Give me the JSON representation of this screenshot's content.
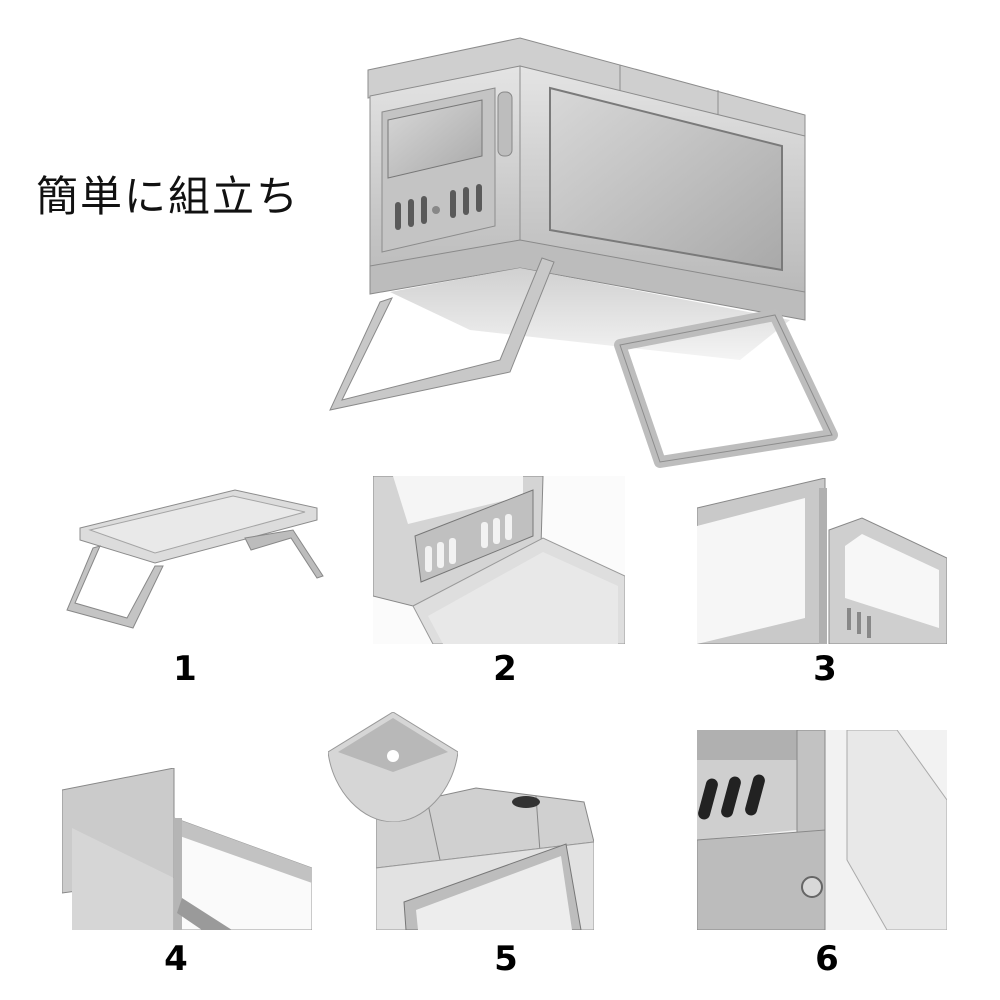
{
  "headline": "簡単に組立ち",
  "hero": {
    "alt": "assembled titanium stove with glass windows on folding legs"
  },
  "steps": [
    {
      "number": "1",
      "description": "unfold base tray with legs"
    },
    {
      "number": "2",
      "description": "raise front panel with door onto tray"
    },
    {
      "number": "3",
      "description": "attach side glass panel to front panel"
    },
    {
      "number": "4",
      "description": "attach rear panel"
    },
    {
      "number": "5",
      "description": "place top plates with chimney hole, corner detail inset"
    },
    {
      "number": "6",
      "description": "secure with thumb screws"
    }
  ],
  "colors": {
    "metal_light": "#d9d9d9",
    "metal_mid": "#b5b5b5",
    "metal_dark": "#7d7d7d",
    "glass": "#c8c8c8",
    "text": "#111111"
  }
}
